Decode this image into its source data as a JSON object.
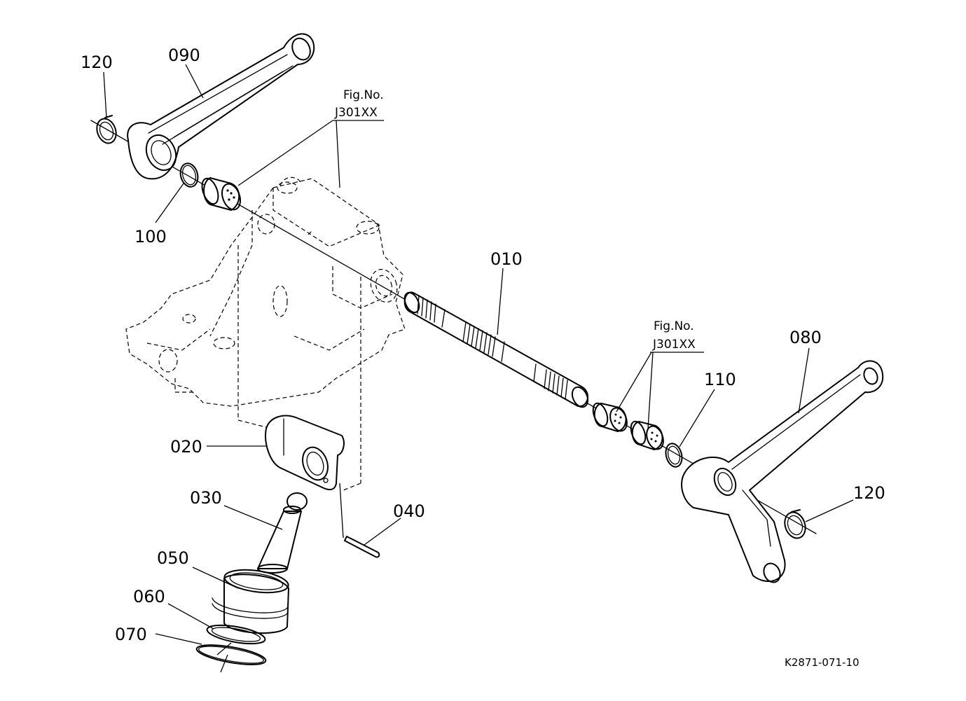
{
  "labels": {
    "p120a": "120",
    "p090": "090",
    "p100": "100",
    "p010": "010",
    "p080": "080",
    "p110": "110",
    "p120b": "120",
    "p020": "020",
    "p030": "030",
    "p040": "040",
    "p050": "050",
    "p060": "060",
    "p070": "070"
  },
  "fig_refs": {
    "left_line1": "Fig.No.",
    "left_line2": "J301XX",
    "right_line1": "Fig.No.",
    "right_line2": "J301XX"
  },
  "drawing_number": "K2871-071-10"
}
